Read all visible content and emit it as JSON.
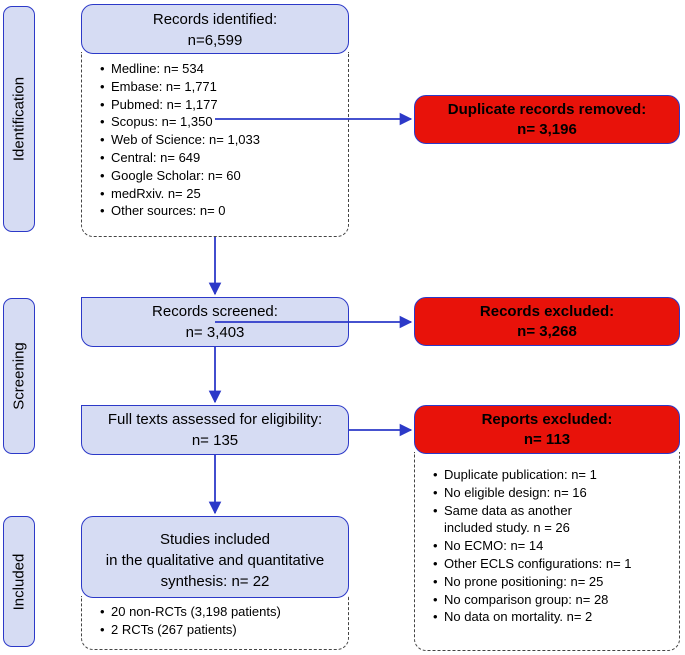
{
  "phases": [
    "Identification",
    "Screening",
    "Included"
  ],
  "identified": {
    "title": "Records identified:",
    "count": "n=6,599",
    "sources": [
      "Medline: n= 534",
      "Embase: n= 1,771",
      "Pubmed: n= 1,177",
      "Scopus: n= 1,350",
      "Web of Science: n= 1,033",
      "Central: n= 649",
      "Google Scholar: n= 60",
      "medRxiv. n= 25",
      "Other sources: n= 0"
    ]
  },
  "duplicates": {
    "title": "Duplicate records removed:",
    "count": "n= 3,196"
  },
  "screened": {
    "title": "Records screened:",
    "count": "n= 3,403"
  },
  "excluded_records": {
    "title": "Records excluded:",
    "count": "n= 3,268"
  },
  "fulltext": {
    "title": "Full texts assessed for eligibility:",
    "count": "n= 135"
  },
  "excluded_reports": {
    "title": "Reports excluded:",
    "count": "n= 113",
    "reasons": [
      "Duplicate publication: n= 1",
      "No eligible design: n= 16",
      "Same data as another included study. n = 26",
      "No ECMO: n= 14",
      "Other ECLS configurations: n= 1",
      "No prone positioning: n= 25",
      "No comparison group: n= 28",
      "No data on mortality. n= 2"
    ]
  },
  "included": {
    "line1": "Studies included",
    "line2": "in the qualitative and quantitative",
    "line3": "synthesis: n= 22",
    "items": [
      "20 non-RCTs (3,198 patients)",
      "2 RCTs (267 patients)"
    ]
  },
  "colors": {
    "box_fill": "#d6dcf3",
    "border": "#2c39c8",
    "red": "#e8120a"
  }
}
